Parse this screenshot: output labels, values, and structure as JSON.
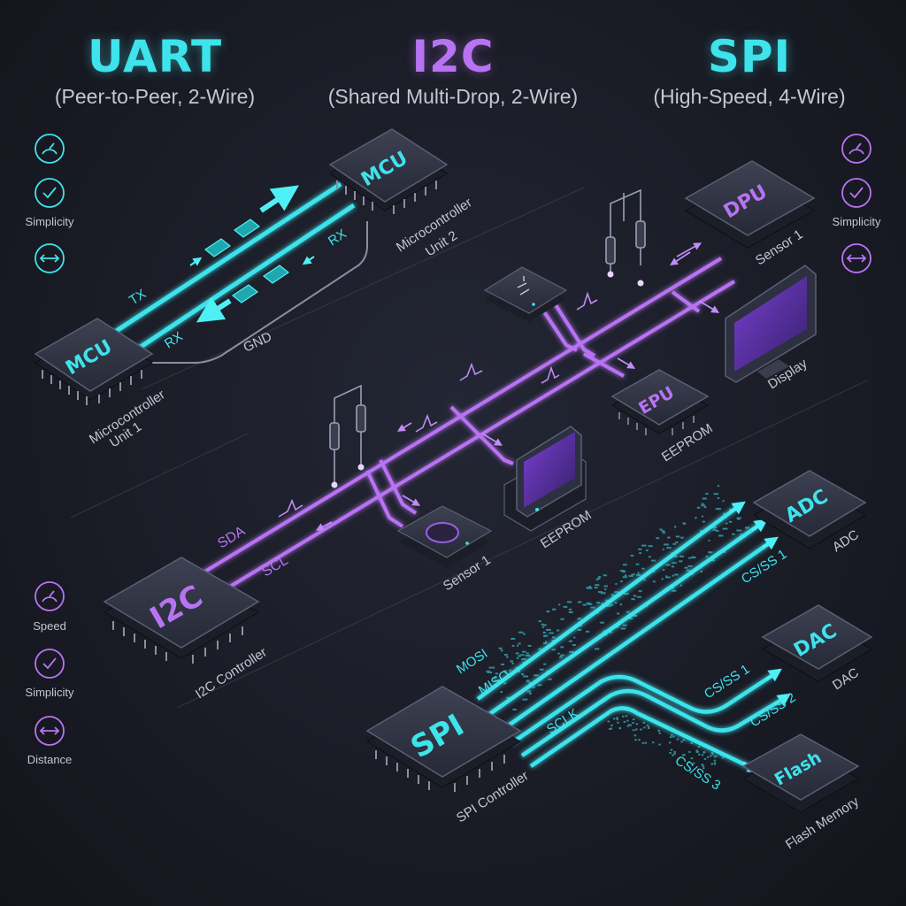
{
  "uart": {
    "title": "UART",
    "subtitle": "(Peer-to-Peer, 2-Wire)",
    "chip1": "MCU",
    "chip2": "MCU",
    "chip1_caption": [
      "Microcontroller",
      "Unit 1"
    ],
    "chip2_caption": [
      "Microcontroller",
      "Unit 2"
    ],
    "tx": "TX",
    "rx_top": "RX",
    "rx_bottom": "RX",
    "gnd": "GND",
    "color": "#3ee3ec"
  },
  "i2c": {
    "title": "I2C",
    "subtitle": "(Shared Multi-Drop, 2-Wire)",
    "controller": "I2C",
    "controller_caption": "I2C Controller",
    "sda": "SDA",
    "scl": "SCL",
    "devices": {
      "dpu": "DPU",
      "dpu_caption": "Sensor 1",
      "display_caption": "Display",
      "epu": "EPU",
      "epu_caption": "EEPROM",
      "screen_caption": "EEPROM",
      "sensor_caption": "Sensor 1"
    },
    "color": "#b873f2"
  },
  "spi": {
    "title": "SPI",
    "subtitle": "(High-Speed, 4-Wire)",
    "controller": "SPI",
    "controller_caption": "SPI Controller",
    "mosi": "MOSI",
    "miso": "MISO",
    "sclk": "SCLK",
    "cs1a": "CS/SS 1",
    "cs1b": "CS/SS 1",
    "cs2": "CS/SS 2",
    "cs3": "CS/SS 3",
    "adc": "ADC",
    "adc_caption": "ADC",
    "dac": "DAC",
    "dac_caption": "DAC",
    "flash": "Flash",
    "flash_caption": "Flash Memory"
  },
  "legend_left_top": {
    "simplicity": "Simplicity",
    "color": "#3ee3ec"
  },
  "legend_right": {
    "simplicity": "Simplicity",
    "color": "#b873f2"
  },
  "legend_left_bottom": {
    "speed": "Speed",
    "simplicity": "Simplicity",
    "distance": "Distance",
    "color": "#b873f2"
  }
}
